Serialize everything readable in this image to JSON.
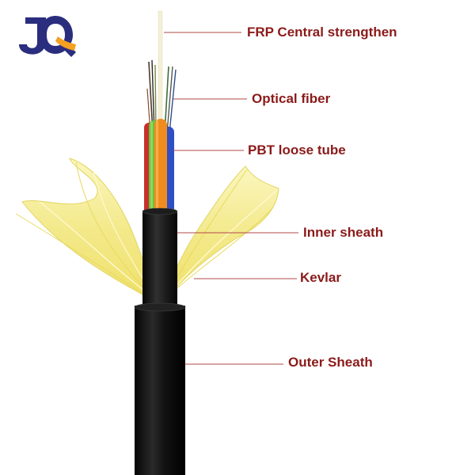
{
  "logo": {
    "text": "JQ",
    "primary_color": "#2b2d7e",
    "accent_color": "#f5a021"
  },
  "callouts": [
    {
      "id": "frp",
      "label": "FRP Central strengthen"
    },
    {
      "id": "fiber",
      "label": "Optical fiber"
    },
    {
      "id": "pbt",
      "label": "PBT loose tube"
    },
    {
      "id": "inner",
      "label": "Inner sheath"
    },
    {
      "id": "kevlar",
      "label": "Kevlar"
    },
    {
      "id": "outer",
      "label": "Outer Sheath"
    }
  ],
  "colors": {
    "label_text": "#8b1a1a",
    "leader_line": "#b04848",
    "sheath": "#141414",
    "kevlar": "#f3ea8e",
    "tube_green": "#6cc13a",
    "tube_orange": "#f08c1e",
    "tube_blue": "#2f4fc4",
    "tube_red": "#c9302c"
  }
}
